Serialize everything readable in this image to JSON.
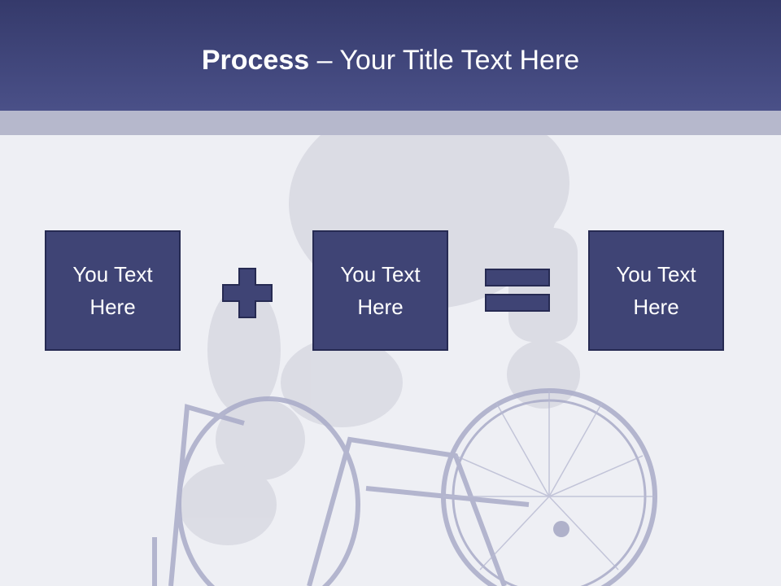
{
  "title": {
    "bold": "Process",
    "rest": " – Your Title Text Here"
  },
  "boxes": [
    {
      "text": "You Text Here"
    },
    {
      "text": "You Text Here"
    },
    {
      "text": "You Text Here"
    }
  ],
  "operators": [
    "plus-icon",
    "equals-icon"
  ],
  "colors": {
    "header": "#3f4579",
    "box_fill": "#3f4475",
    "box_border": "#262a52",
    "band": "#b6b8cc",
    "background": "#eeeff4"
  }
}
